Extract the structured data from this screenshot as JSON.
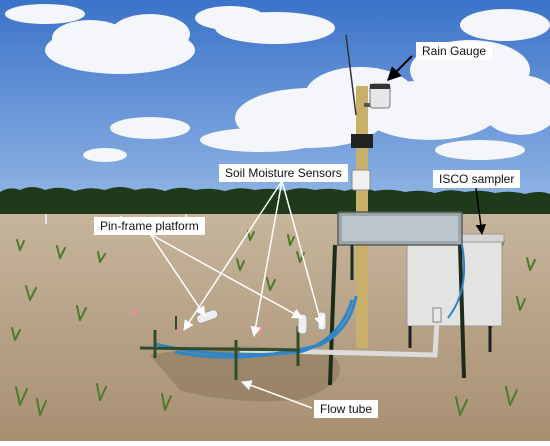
{
  "labels": {
    "rain_gauge": "Rain Gauge",
    "soil_moisture_sensors": "Soil Moisture Sensors",
    "isco_sampler": "ISCO sampler",
    "pin_frame_platform": "Pin-frame platform",
    "flow_tube": "Flow tube"
  },
  "colors": {
    "sky": "#4f86d6",
    "cloud": "#f4f6fa",
    "tree_line": "#1f3a1a",
    "field": "#b9a48a",
    "soil": "#a08a70",
    "corn": "#4e7a2e",
    "sampler_box": "#e3e4e2",
    "post": "#c9b06a",
    "tube": "#2c86c8",
    "pipe": "#dcdcdc"
  }
}
